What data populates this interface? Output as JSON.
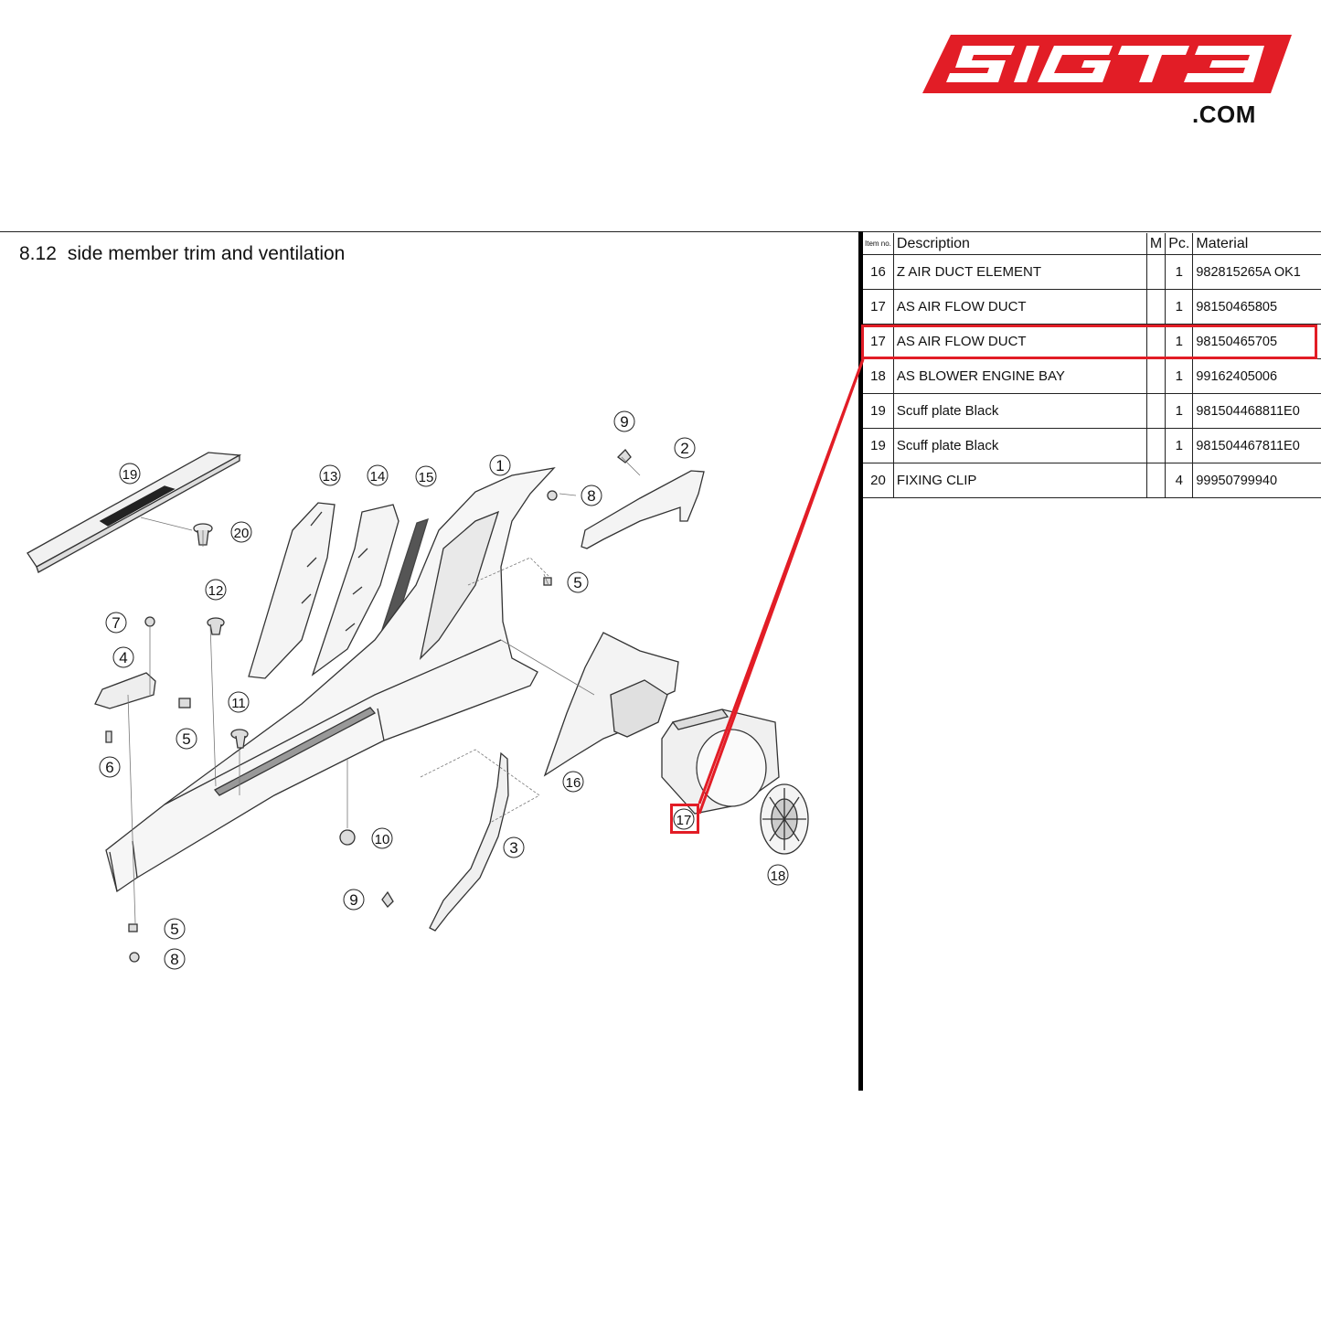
{
  "logo": {
    "text": "SIGT3",
    "suffix": ".COM",
    "color": "#e21d26"
  },
  "section": {
    "number": "8.12",
    "title": "side member trim and ventilation"
  },
  "table": {
    "headers": {
      "item": "Item no.",
      "description": "Description",
      "m": "M",
      "pc": "Pc.",
      "material": "Material"
    },
    "rows": [
      {
        "item": "16",
        "description": "Z AIR DUCT ELEMENT",
        "m": "",
        "pc": "1",
        "material": "982815265A OK1"
      },
      {
        "item": "17",
        "description": "AS AIR FLOW DUCT",
        "m": "",
        "pc": "1",
        "material": "98150465805"
      },
      {
        "item": "17",
        "description": "AS AIR FLOW DUCT",
        "m": "",
        "pc": "1",
        "material": "98150465705"
      },
      {
        "item": "18",
        "description": "AS BLOWER ENGINE BAY",
        "m": "",
        "pc": "1",
        "material": "99162405006"
      },
      {
        "item": "19",
        "description": "Scuff plate Black",
        "m": "",
        "pc": "1",
        "material": "981504468811E0"
      },
      {
        "item": "19",
        "description": "Scuff plate Black",
        "m": "",
        "pc": "1",
        "material": "981504467811E0"
      },
      {
        "item": "20",
        "description": "FIXING CLIP",
        "m": "",
        "pc": "4",
        "material": "99950799940"
      }
    ],
    "highlighted_row": 2
  },
  "callouts": {
    "c1": "1",
    "c2": "2",
    "c3": "3",
    "c4": "4",
    "c5a": "5",
    "c5b": "5",
    "c5c": "5",
    "c6": "6",
    "c7": "7",
    "c8a": "8",
    "c8b": "8",
    "c9a": "9",
    "c9b": "9",
    "c10": "10",
    "c11": "11",
    "c12": "12",
    "c13": "13",
    "c14": "14",
    "c15": "15",
    "c16": "16",
    "c17": "17",
    "c18": "18",
    "c19": "19",
    "c20": "20"
  },
  "highlight_color": "#e21d26"
}
